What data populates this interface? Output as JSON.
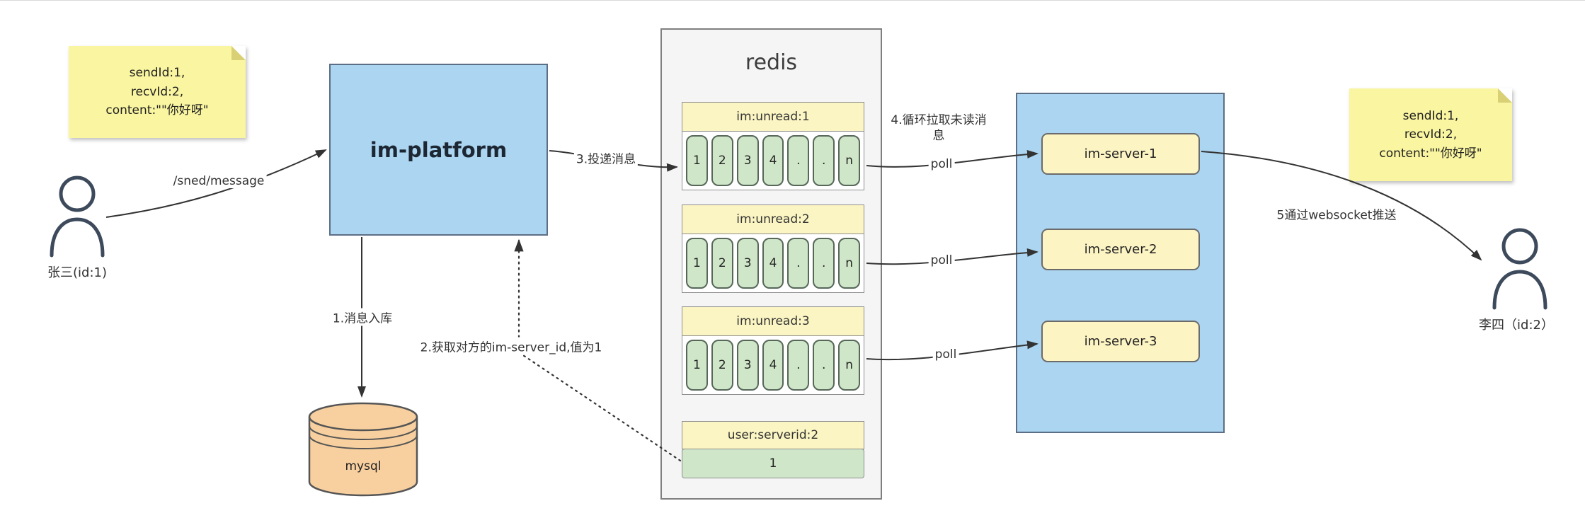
{
  "notes": {
    "sender": {
      "text": "sendId:1,\nrecvId:2,\ncontent:\"\"你好呀\""
    },
    "receiver": {
      "text": "sendId:1,\nrecvId:2,\ncontent:\"\"你好呀\""
    }
  },
  "actors": {
    "sender": {
      "label": "张三(id:1)"
    },
    "receiver": {
      "label": "李四（id:2）"
    }
  },
  "platform": {
    "label": "im-platform"
  },
  "database": {
    "label": "mysql"
  },
  "redis": {
    "title": "redis",
    "queues": [
      {
        "header": "im:unread:1",
        "cells": [
          "1",
          "2",
          "3",
          "4",
          ".",
          ".",
          "n"
        ]
      },
      {
        "header": "im:unread:2",
        "cells": [
          "1",
          "2",
          "3",
          "4",
          ".",
          ".",
          "n"
        ]
      },
      {
        "header": "im:unread:3",
        "cells": [
          "1",
          "2",
          "3",
          "4",
          ".",
          ".",
          "n"
        ]
      }
    ],
    "server_mapping": {
      "header": "user:serverid:2",
      "value": "1"
    }
  },
  "server_cluster": {
    "servers": [
      {
        "label": "im-server-1"
      },
      {
        "label": "im-server-2"
      },
      {
        "label": "im-server-3"
      }
    ]
  },
  "edges": {
    "send": {
      "label": "/sned/message"
    },
    "store": {
      "label": "1.消息入库"
    },
    "lookup": {
      "label": "2.获取对方的im-server_id,值为1"
    },
    "deliver": {
      "label": "3.投递消息"
    },
    "pull": {
      "label": "4.循环拉取未读消息"
    },
    "poll": {
      "label": "poll"
    },
    "push": {
      "label": "5通过websocket推送"
    }
  },
  "colors": {
    "box_blue": "#abd5f0",
    "note_yellow": "#faf5a0",
    "cell_green": "#cfe7c8",
    "header_yellow": "#fbf5c3",
    "db_orange": "#f8d09f",
    "edge": "#333333"
  }
}
